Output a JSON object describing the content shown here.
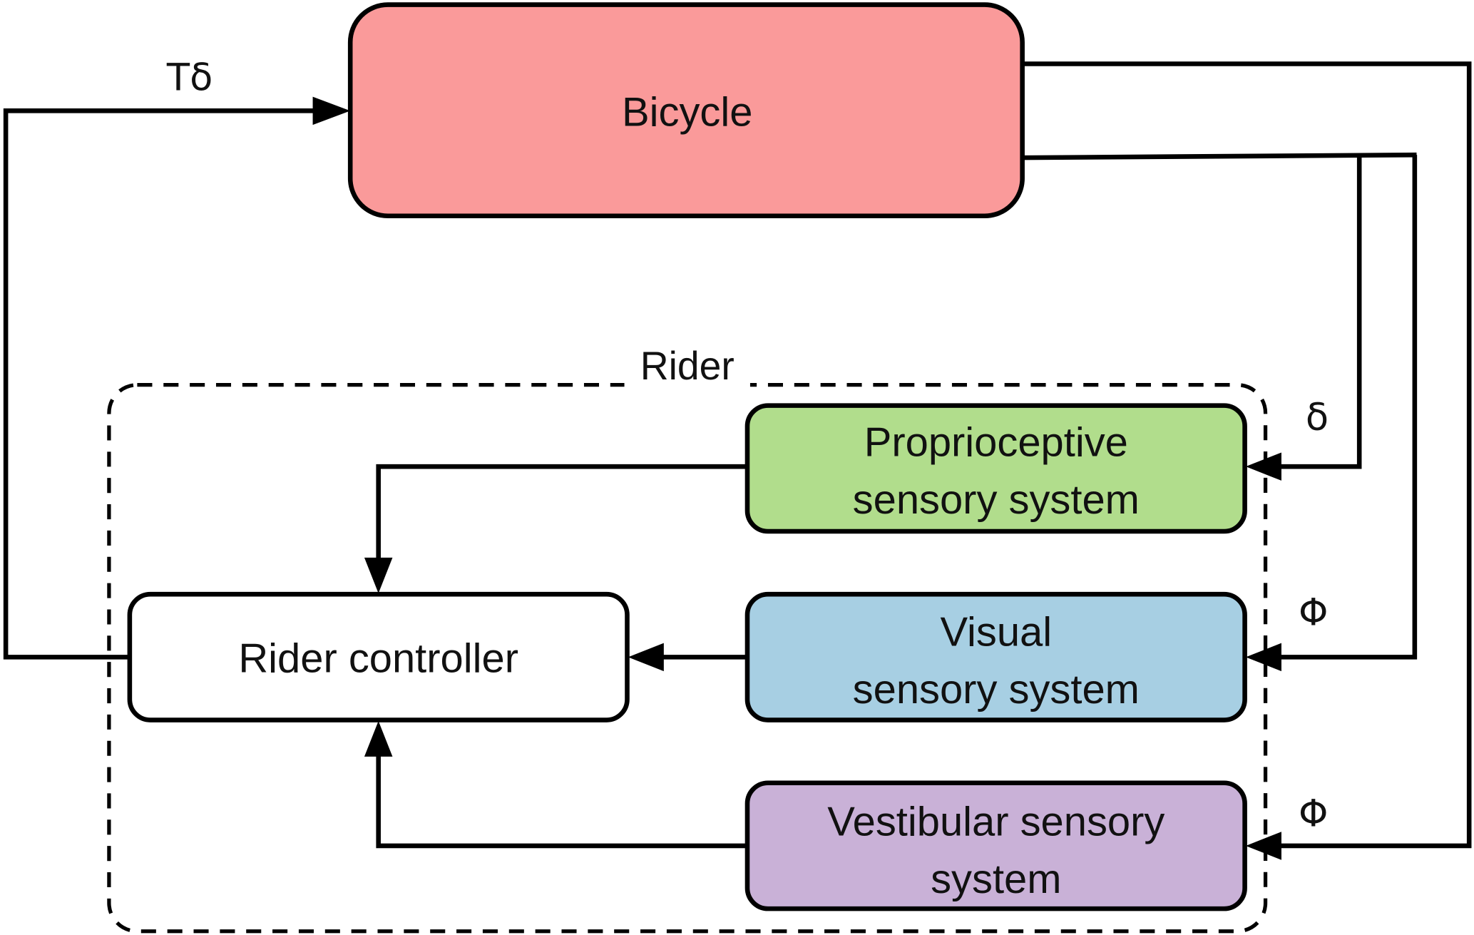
{
  "diagram": {
    "blocks": {
      "bicycle": {
        "label": "Bicycle",
        "color": "#fa9a9a"
      },
      "rider_controller": {
        "label": "Rider controller",
        "color": "#ffffff"
      },
      "proprioceptive": {
        "line1": "Proprioceptive",
        "line2": "sensory system",
        "color": "#b1dd8c"
      },
      "visual": {
        "line1": "Visual",
        "line2": "sensory system",
        "color": "#a7cfe3"
      },
      "vestibular": {
        "line1": "Vestibular sensory",
        "line2": "system",
        "color": "#c9b1d7"
      }
    },
    "group": {
      "label": "Rider"
    },
    "signals": {
      "steer_torque": "Tδ",
      "steer_angle": "δ",
      "roll_visual": "Φ",
      "roll_vestibular": "Φ"
    }
  }
}
